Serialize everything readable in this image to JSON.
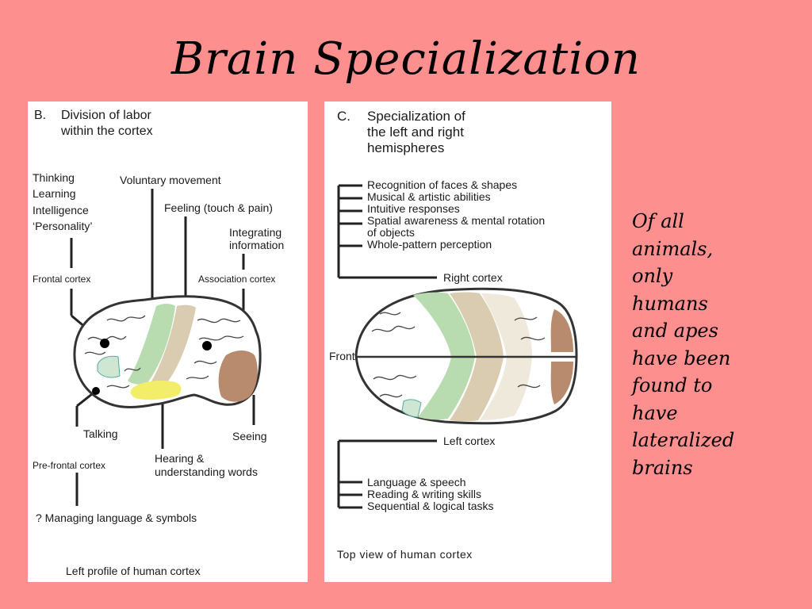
{
  "slide": {
    "title": "Brain Specialization",
    "side_text": [
      "Of all",
      "animals,",
      "only",
      "humans",
      "and apes",
      "have been",
      "found to",
      "have",
      "lateralized",
      "brains"
    ]
  },
  "panel_b": {
    "heading_letter": "B.",
    "heading_line1": "Division of labor",
    "heading_line2": "within the cortex",
    "thinking_labels": [
      "Thinking",
      "Learning",
      "Intelligence",
      "‘Personality’"
    ],
    "voluntary": "Voluntary movement",
    "feeling": "Feeling (touch & pain)",
    "integrating_line1": "Integrating",
    "integrating_line2": "information",
    "frontal": "Frontal cortex",
    "association": "Association cortex",
    "talking": "Talking",
    "seeing": "Seeing",
    "prefrontal": "Pre-frontal cortex",
    "hearing_line1": "Hearing &",
    "hearing_line2": "understanding words",
    "managing": "? Managing language & symbols",
    "caption": "Left profile of human cortex"
  },
  "panel_c": {
    "heading_letter": "C.",
    "heading_line1": "Specialization of",
    "heading_line2": "the left and right",
    "heading_line3": "hemispheres",
    "right_items": [
      "Recognition of faces & shapes",
      "Musical & artistic abilities",
      "Intuitive responses",
      "Spatial awareness & mental rotation",
      "of objects",
      "Whole-pattern perception"
    ],
    "right_cortex": "Right cortex",
    "front": "Front",
    "left_cortex": "Left cortex",
    "left_items": [
      "Language & speech",
      "Reading & writing skills",
      "Sequential & logical tasks"
    ],
    "caption": "Top view of human cortex"
  },
  "colors": {
    "background": "#fd8f8f",
    "motor_green": "#b8dcb0",
    "sensory_tan": "#d9ccb0",
    "visual_brown": "#b88a6e",
    "auditory_yellow": "#f3ee6a"
  }
}
